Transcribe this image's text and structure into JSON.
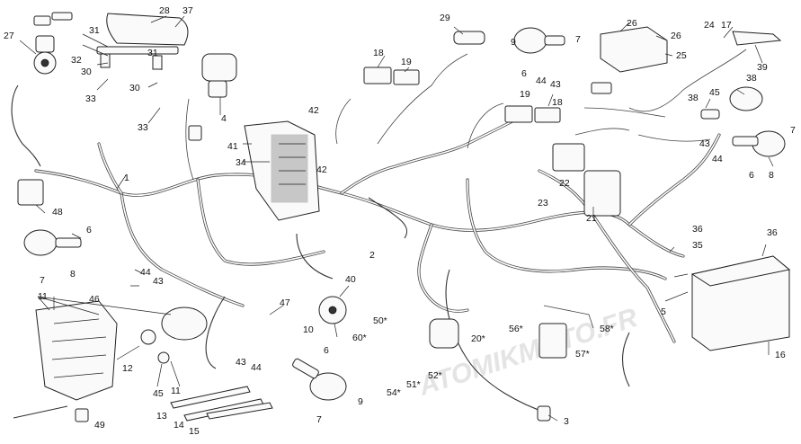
{
  "watermark": "ATOMIKMOTO.FR",
  "callouts": [
    {
      "id": "c1",
      "text": "1"
    },
    {
      "id": "c2",
      "text": "2"
    },
    {
      "id": "c3",
      "text": "3"
    },
    {
      "id": "c4",
      "text": "4"
    },
    {
      "id": "c5",
      "text": "5"
    },
    {
      "id": "c6a",
      "text": "6"
    },
    {
      "id": "c6b",
      "text": "6"
    },
    {
      "id": "c6c",
      "text": "6"
    },
    {
      "id": "c6d",
      "text": "6"
    },
    {
      "id": "c7a",
      "text": "7"
    },
    {
      "id": "c7b",
      "text": "7"
    },
    {
      "id": "c7c",
      "text": "7"
    },
    {
      "id": "c7d",
      "text": "7"
    },
    {
      "id": "c8a",
      "text": "8"
    },
    {
      "id": "c8b",
      "text": "8"
    },
    {
      "id": "c9a",
      "text": "9"
    },
    {
      "id": "c9b",
      "text": "9"
    },
    {
      "id": "c10",
      "text": "10"
    },
    {
      "id": "c11a",
      "text": "11"
    },
    {
      "id": "c11b",
      "text": "11"
    },
    {
      "id": "c12",
      "text": "12"
    },
    {
      "id": "c13",
      "text": "13"
    },
    {
      "id": "c14",
      "text": "14"
    },
    {
      "id": "c15",
      "text": "15"
    },
    {
      "id": "c16",
      "text": "16"
    },
    {
      "id": "c17",
      "text": "17"
    },
    {
      "id": "c18a",
      "text": "18"
    },
    {
      "id": "c18b",
      "text": "18"
    },
    {
      "id": "c19a",
      "text": "19"
    },
    {
      "id": "c19b",
      "text": "19"
    },
    {
      "id": "c21",
      "text": "21"
    },
    {
      "id": "c22",
      "text": "22"
    },
    {
      "id": "c23",
      "text": "23"
    },
    {
      "id": "c24",
      "text": "24"
    },
    {
      "id": "c25",
      "text": "25"
    },
    {
      "id": "c26a",
      "text": "26"
    },
    {
      "id": "c26b",
      "text": "26"
    },
    {
      "id": "c27",
      "text": "27"
    },
    {
      "id": "c28",
      "text": "28"
    },
    {
      "id": "c29",
      "text": "29"
    },
    {
      "id": "c30a",
      "text": "30"
    },
    {
      "id": "c30b",
      "text": "30"
    },
    {
      "id": "c31a",
      "text": "31"
    },
    {
      "id": "c31b",
      "text": "31"
    },
    {
      "id": "c32",
      "text": "32"
    },
    {
      "id": "c33a",
      "text": "33"
    },
    {
      "id": "c33b",
      "text": "33"
    },
    {
      "id": "c34",
      "text": "34"
    },
    {
      "id": "c35",
      "text": "35"
    },
    {
      "id": "c36a",
      "text": "36"
    },
    {
      "id": "c36b",
      "text": "36"
    },
    {
      "id": "c37",
      "text": "37"
    },
    {
      "id": "c38a",
      "text": "38"
    },
    {
      "id": "c38b",
      "text": "38"
    },
    {
      "id": "c39",
      "text": "39"
    },
    {
      "id": "c40",
      "text": "40"
    },
    {
      "id": "c41",
      "text": "41"
    },
    {
      "id": "c42a",
      "text": "42"
    },
    {
      "id": "c42b",
      "text": "42"
    },
    {
      "id": "c43a",
      "text": "43"
    },
    {
      "id": "c43b",
      "text": "43"
    },
    {
      "id": "c43c",
      "text": "43"
    },
    {
      "id": "c43d",
      "text": "43"
    },
    {
      "id": "c44a",
      "text": "44"
    },
    {
      "id": "c44b",
      "text": "44"
    },
    {
      "id": "c44c",
      "text": "44"
    },
    {
      "id": "c44d",
      "text": "44"
    },
    {
      "id": "c45a",
      "text": "45"
    },
    {
      "id": "c45b",
      "text": "45"
    },
    {
      "id": "c46",
      "text": "46"
    },
    {
      "id": "c47",
      "text": "47"
    },
    {
      "id": "c48",
      "text": "48"
    },
    {
      "id": "c49",
      "text": "49"
    },
    {
      "id": "c50",
      "text": "50*"
    },
    {
      "id": "c51",
      "text": "51*"
    },
    {
      "id": "c52",
      "text": "52*"
    },
    {
      "id": "c54",
      "text": "54*"
    },
    {
      "id": "c56",
      "text": "56*"
    },
    {
      "id": "c57",
      "text": "57*"
    },
    {
      "id": "c58",
      "text": "58*"
    },
    {
      "id": "c60",
      "text": "60*"
    },
    {
      "id": "c20",
      "text": "20*"
    }
  ]
}
